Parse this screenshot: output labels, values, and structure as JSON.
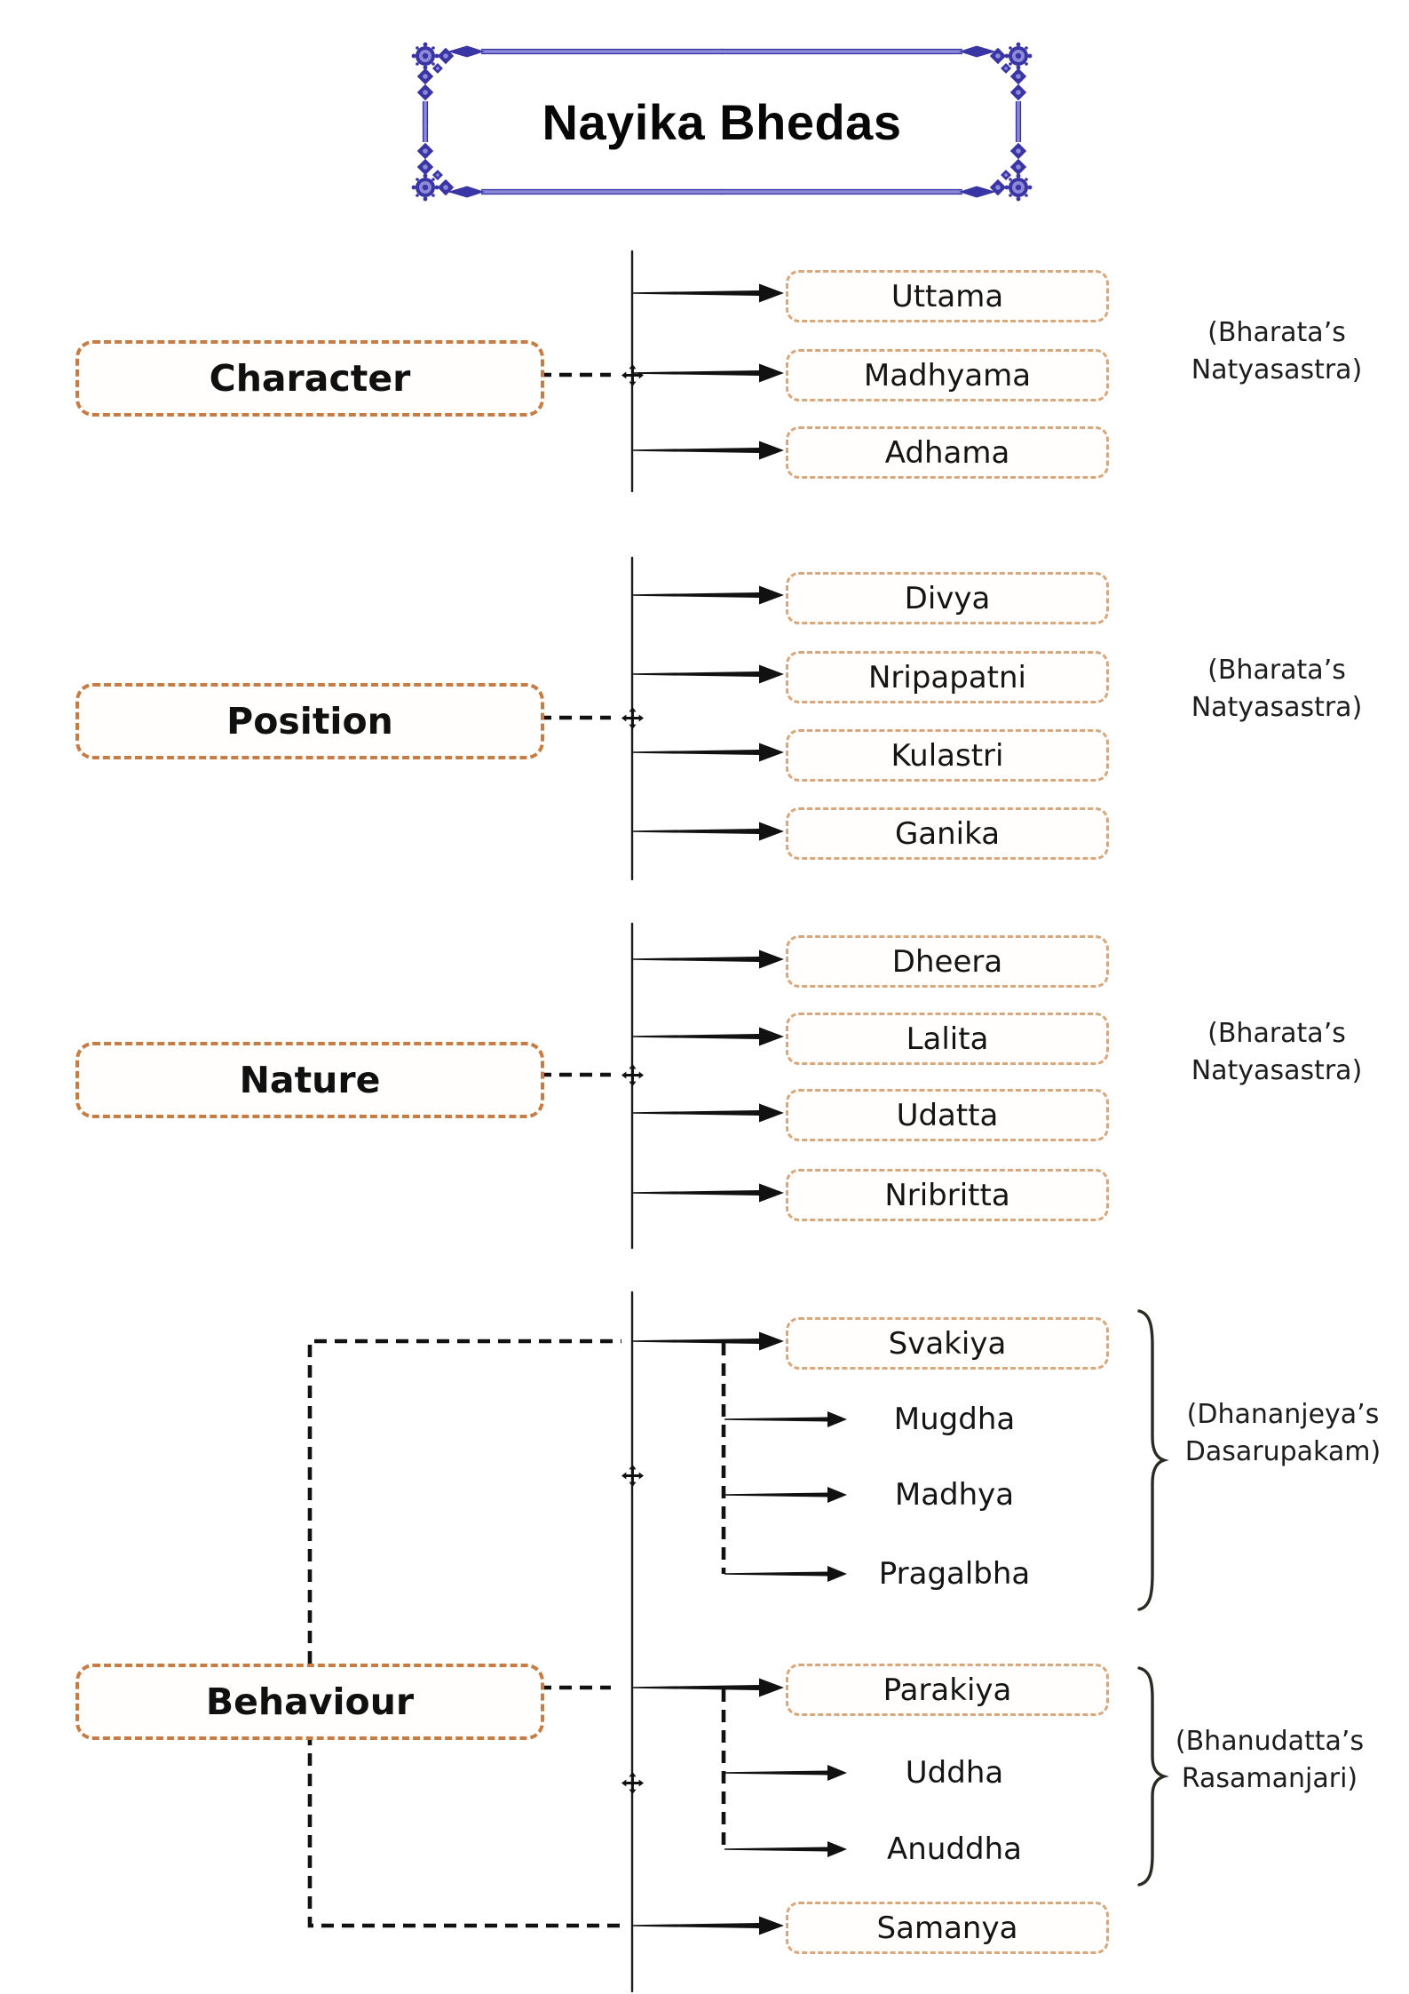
{
  "title": "Nayika Bhedas",
  "categories": [
    {
      "label": "Character",
      "source": "(Bharata’s Natyasastra)",
      "items": [
        "Uttama",
        "Madhyama",
        "Adhama"
      ]
    },
    {
      "label": "Position",
      "source": "(Bharata’s Natyasastra)",
      "items": [
        "Divya",
        "Nripapatni",
        "Kulastri",
        "Ganika"
      ]
    },
    {
      "label": "Nature",
      "source": "(Bharata’s Natyasastra)",
      "items": [
        "Dheera",
        "Lalita",
        "Udatta",
        "Nribritta"
      ]
    },
    {
      "label": "Behaviour",
      "items": [
        "Svakiya",
        "Parakiya",
        "Samanya"
      ],
      "subgroups": [
        {
          "parent": "Svakiya",
          "source": "(Dhananjeya’s Dasarupakam)",
          "items": [
            "Mugdha",
            "Madhya",
            "Pragalbha"
          ]
        },
        {
          "parent": "Parakiya",
          "source": "(Bhanudatta’s Rasamanjari)",
          "items": [
            "Uddha",
            "Anuddha"
          ]
        }
      ]
    }
  ],
  "icons": {
    "connector_handle": "move-cross"
  },
  "colors": {
    "category_border": "#c67d45",
    "item_border": "#d9a77c",
    "frame_ornament": "#3a35a4",
    "frame_line": "#8e8ada",
    "connector": "#111111",
    "brace": "#2b2b24"
  }
}
